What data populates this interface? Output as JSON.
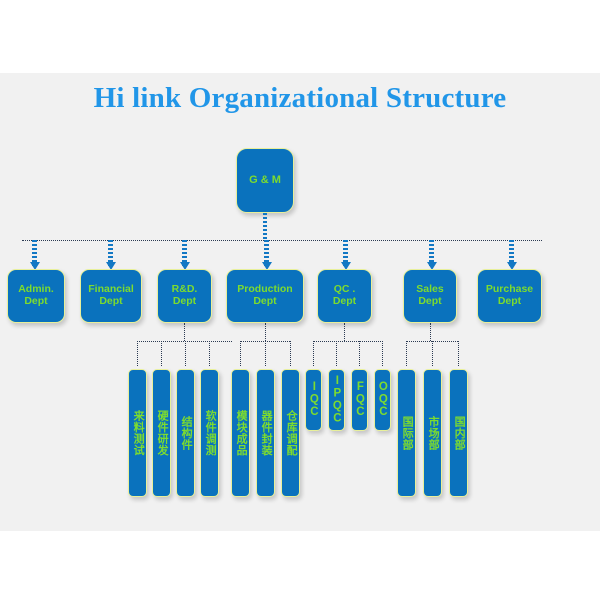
{
  "page": {
    "title": "Hi link Organizational Structure",
    "background_color": "#ffffff",
    "plate_color": "#f1f1f1",
    "title_color": "#2196e8",
    "box_fill_color": "#0a72bd",
    "box_border_color": "#e8f09a",
    "box_text_color": "#7ddc2e",
    "connector_color": "#2b3a52",
    "arrow_color": "#1278c4"
  },
  "chart_data": {
    "type": "diagram",
    "title": "Hi link Organizational Structure",
    "root": {
      "label": "G & M"
    },
    "departments": [
      {
        "label": "Admin.\nDept",
        "line1": "Admin.",
        "line2": "Dept",
        "children": []
      },
      {
        "label": "Financial\nDept",
        "line1": "Financial",
        "line2": "Dept",
        "children": []
      },
      {
        "label": "R&D.\nDept",
        "line1": "R&D.",
        "line2": "Dept",
        "children": [
          "来料测试",
          "硬件研发",
          "结构件",
          "软件调测"
        ]
      },
      {
        "label": "Production\nDept",
        "line1": "Production",
        "line2": "Dept",
        "children": [
          "模块成品",
          "器件封装",
          "仓库调配"
        ]
      },
      {
        "label": "QC .\nDept",
        "line1": "QC .",
        "line2": "Dept",
        "children": [
          "IQC",
          "IPQC",
          "FQC",
          "OQC"
        ]
      },
      {
        "label": "Sales\nDept",
        "line1": "Sales",
        "line2": "Dept",
        "children": [
          "国际部",
          "市场部",
          "国内部"
        ]
      },
      {
        "label": "Purchase\nDept",
        "line1": "Purchase",
        "line2": "Dept",
        "children": []
      }
    ]
  },
  "nodes": {
    "root": "G & M",
    "admin_l1": "Admin.",
    "admin_l2": "Dept",
    "financial_l1": "Financial",
    "financial_l2": "Dept",
    "rd_l1": "R&D.",
    "rd_l2": "Dept",
    "production_l1": "Production",
    "production_l2": "Dept",
    "qc_l1": "QC .",
    "qc_l2": "Dept",
    "sales_l1": "Sales",
    "sales_l2": "Dept",
    "purchase_l1": "Purchase",
    "purchase_l2": "Dept"
  },
  "leaves": {
    "rd": [
      "来料测试",
      "硬件研发",
      "结构件",
      "软件调测"
    ],
    "production": [
      "模块成品",
      "器件封装",
      "仓库调配"
    ],
    "qc": [
      "IQC",
      "IPQC",
      "FQC",
      "OQC"
    ],
    "sales": [
      "国际部",
      "市场部",
      "国内部"
    ]
  }
}
